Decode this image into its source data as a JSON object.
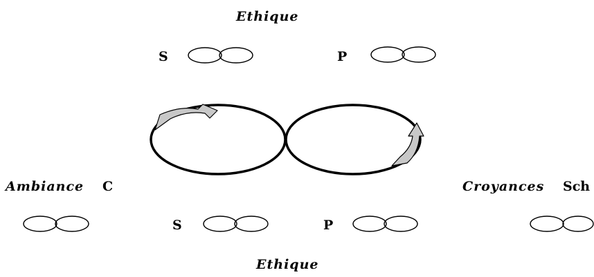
{
  "labels": {
    "ethique_top": "Ethique",
    "ethique_bottom": "Ethique",
    "s_top": "S",
    "p_top": "P",
    "s_bottom": "S",
    "p_bottom": "P",
    "ambiance": "Ambiance",
    "c": "C",
    "croyances": "Croyances",
    "sch": "Sch"
  },
  "colors": {
    "stroke": "#000000",
    "arrow_fill": "#c8c8c8",
    "background": "#ffffff"
  },
  "icons": {
    "loop": "figure-eight-loop",
    "pair": "double-ellipse",
    "arrow": "curved-arrow"
  }
}
